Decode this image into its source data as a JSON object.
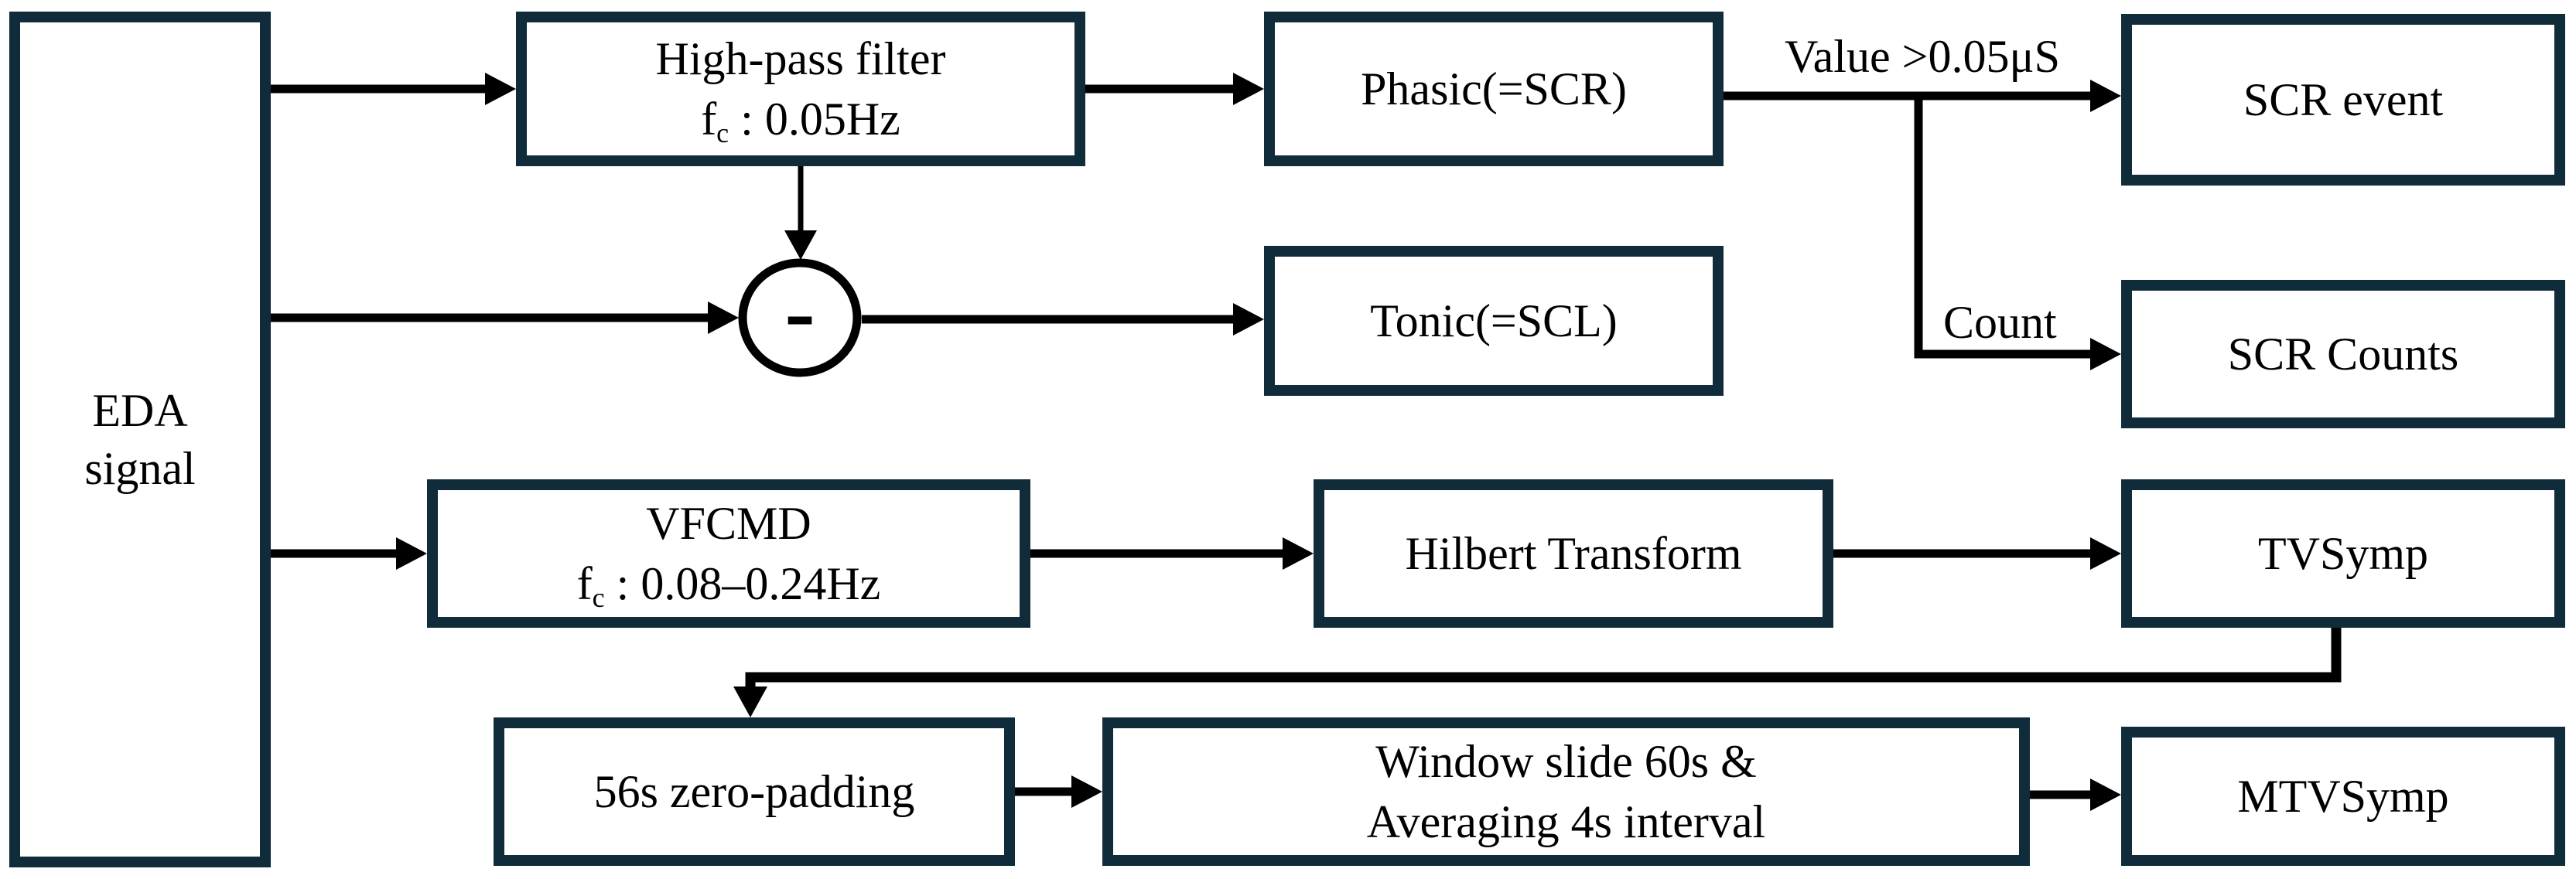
{
  "colors": {
    "background": "#ffffff",
    "box_border": "#102c3b",
    "box_fill": "#ffffff",
    "wire": "#000000",
    "text": "#000000"
  },
  "nodes": {
    "eda": {
      "line1": "EDA",
      "line2": "signal"
    },
    "high_pass_filter": {
      "line1": "High-pass filter",
      "cutoff_symbol": "f",
      "cutoff_subscript": "c",
      "cutoff_value": " : 0.05Hz"
    },
    "phasic": {
      "label": "Phasic(=SCR)"
    },
    "scr_event": {
      "label": "SCR event"
    },
    "tonic": {
      "label": "Tonic(=SCL)"
    },
    "scr_counts": {
      "label": "SCR Counts"
    },
    "subtract": {
      "operator": "-"
    },
    "vfcmd": {
      "line1": "VFCMD",
      "cutoff_symbol": "f",
      "cutoff_subscript": "c",
      "cutoff_value": " : 0.08–0.24Hz"
    },
    "hilbert_transform": {
      "label": "Hilbert Transform"
    },
    "tvsymp": {
      "label": "TVSymp"
    },
    "zero_padding": {
      "label": "56s zero-padding"
    },
    "window_slide": {
      "line1": "Window slide 60s &",
      "line2": "Averaging 4s interval"
    },
    "mtvsymp": {
      "label": "MTVSymp"
    }
  },
  "edge_labels": {
    "value_threshold": "Value >0.05μS",
    "count": "Count"
  }
}
